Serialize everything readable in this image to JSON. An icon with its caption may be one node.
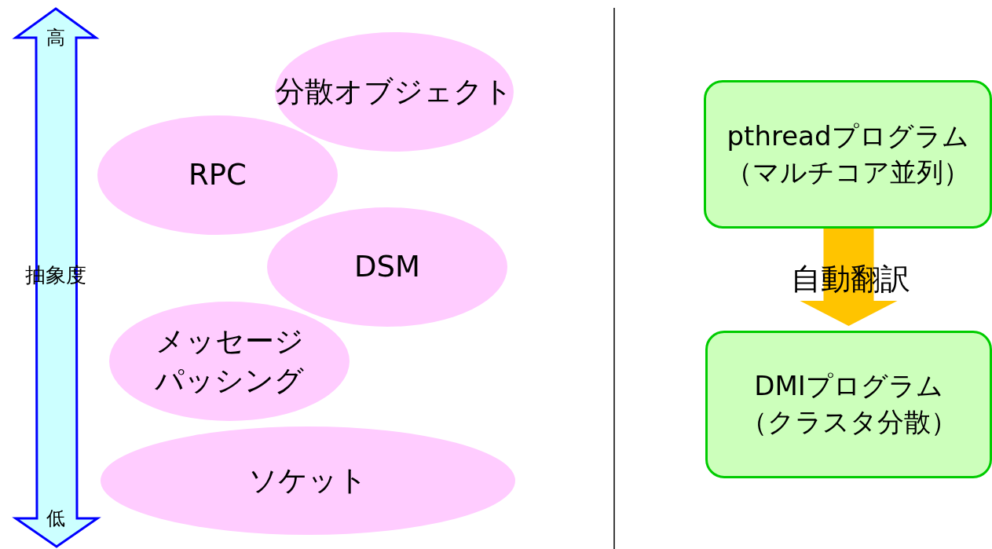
{
  "diagram": {
    "nodes": [
      {
        "text": [
          "分散オブジェクト"
        ]
      },
      {
        "text": [
          "RPC"
        ]
      },
      {
        "text": [
          "DSM"
        ]
      },
      {
        "text": [
          "メッセージパッシング"
        ]
      },
      {
        "text": [
          "ソケット"
        ]
      },
      {
        "text": [
          "pthreadプログラム（マルチコア並列）"
        ]
      },
      {
        "text": [
          "DMIプログラム（クラスタ分散）"
        ]
      }
    ],
    "edges": [
      {
        "from": 5,
        "to": 6,
        "arrow": "to",
        "label": "自動翻訳",
        "style": "thick",
        "color": "#ffc400"
      }
    ],
    "labels": [
      "高",
      "抽象度",
      "低"
    ]
  }
}
